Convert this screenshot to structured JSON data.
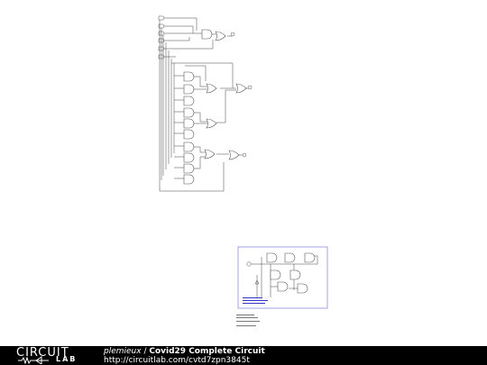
{
  "footer": {
    "logo_top": "CIRCUIT",
    "logo_bottom": "LAB",
    "author": "plemieux",
    "separator": " / ",
    "title": "Covid29 Complete Circuit",
    "url": "http://circuitlab.com/cvtd7zpn3845t"
  },
  "colors": {
    "wire": "#444444",
    "gate": "#555555",
    "frame": "#6666cc",
    "footer_bg": "#000000",
    "annotation_blue": "#3333cc"
  }
}
